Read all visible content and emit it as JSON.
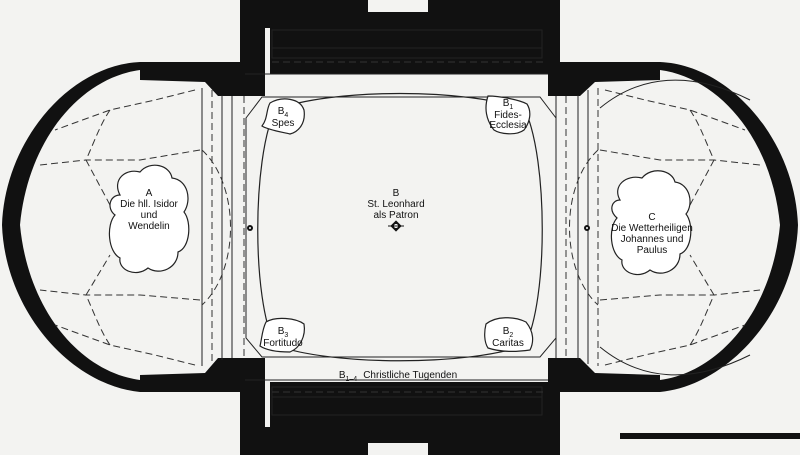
{
  "fields": {
    "A": {
      "letter": "A",
      "lines": [
        "Die hll. Isidor",
        "und",
        "Wendelin"
      ]
    },
    "B": {
      "letter": "B",
      "lines": [
        "St. Leonhard",
        "als Patron"
      ]
    },
    "C": {
      "letter": "C",
      "lines": [
        "Die Wetterheiligen",
        "Johannes und",
        "Paulus"
      ]
    }
  },
  "virtues": [
    {
      "letter": "B",
      "sub": "4",
      "lines": [
        "Spes"
      ]
    },
    {
      "letter": "B",
      "sub": "1",
      "lines": [
        "Fides-",
        "Ecclesia"
      ]
    },
    {
      "letter": "B",
      "sub": "3",
      "lines": [
        "Fortitudo"
      ]
    },
    {
      "letter": "B",
      "sub": "2",
      "lines": [
        "Caritas"
      ]
    }
  ],
  "caption": {
    "letter": "B",
    "sub": "1–4",
    "text": "Christliche Tugenden"
  },
  "colors": {
    "wall": "#111111",
    "paper": "#f3f3f1",
    "line": "#222222"
  }
}
